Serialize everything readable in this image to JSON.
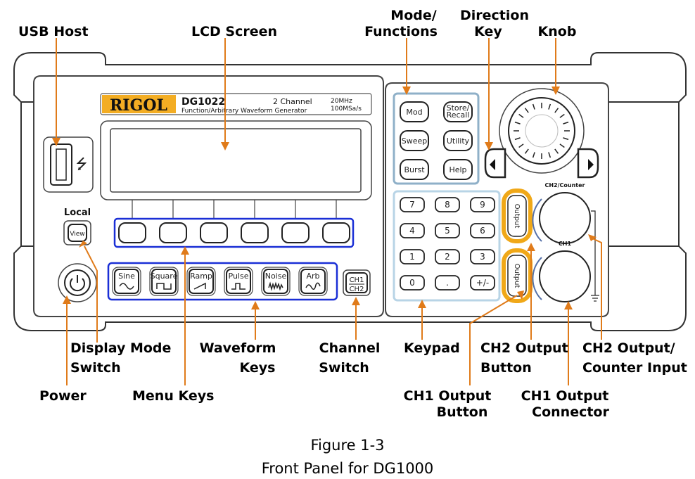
{
  "callouts": {
    "usb_host": "USB Host",
    "lcd_screen": "LCD Screen",
    "mode_functions_1": "Mode/",
    "mode_functions_2": "Functions",
    "direction_key_1": "Direction",
    "direction_key_2": "Key",
    "knob": "Knob",
    "display_mode_1": "Display Mode",
    "display_mode_2": "Switch",
    "power": "Power",
    "menu_keys": "Menu Keys",
    "waveform_keys_1": "Waveform",
    "waveform_keys_2": "Keys",
    "channel_switch_1": "Channel",
    "channel_switch_2": "Switch",
    "keypad": "Keypad",
    "ch2_output_button_1": "CH2 Output",
    "ch2_output_button_2": "Button",
    "ch2_output_counter_1": "CH2 Output/",
    "ch2_output_counter_2": "Counter Input",
    "ch1_output_button_1": "CH1 Output",
    "ch1_output_button_2": "Button",
    "ch1_output_connector_1": "CH1 Output",
    "ch1_output_connector_2": "Connector"
  },
  "brand": {
    "logo": "RIGOL",
    "model": "DG1022",
    "channels": "2 Channel",
    "subtitle": "Function/Arbitrary Waveform Generator",
    "spec_freq": "20MHz",
    "spec_rate": "100MSa/s"
  },
  "labels": {
    "local": "Local",
    "view": "View",
    "ch2_counter": "CH2/Counter",
    "ch1": "CH1",
    "output": "Output",
    "ch1_key": "CH1",
    "ch2_key": "CH2"
  },
  "mode_keys": [
    "Mod",
    "Store/\nRecall",
    "Sweep",
    "Utility",
    "Burst",
    "Help"
  ],
  "waveform_keys": [
    "Sine",
    "Square",
    "Ramp",
    "Pulse",
    "Noise",
    "Arb"
  ],
  "keypad": [
    "7",
    "8",
    "9",
    "4",
    "5",
    "6",
    "1",
    "2",
    "3",
    "0",
    ".",
    "+/-"
  ],
  "caption": {
    "line1": "Figure 1-3",
    "line2": "Front Panel for DG1000"
  },
  "colors": {
    "accent_orange": "#e07b1a",
    "highlight_blue": "#1a2fd6",
    "group_blue": "#8fb0c8",
    "logo_yellow": "#f3ad23",
    "output_ring": "#f0a818"
  }
}
